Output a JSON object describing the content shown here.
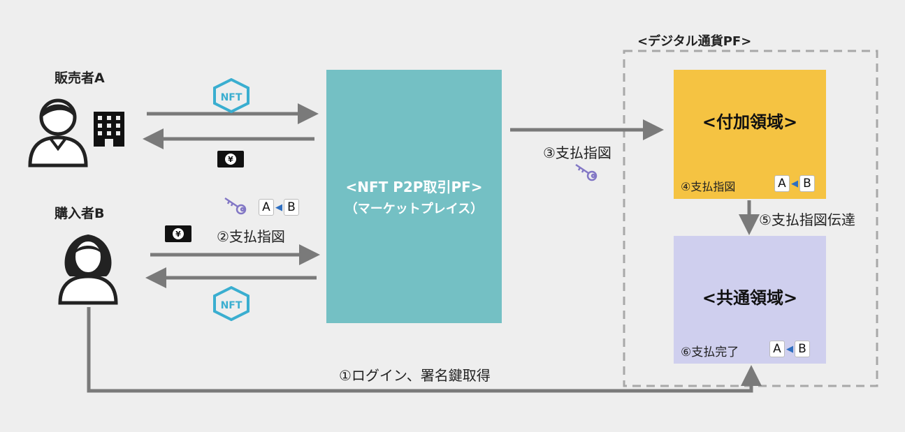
{
  "seller": {
    "label": "販売者A"
  },
  "buyer": {
    "label": "購入者B"
  },
  "nft_platform": {
    "line1": "<NFT P2P取引PF>",
    "line2": "（マーケットプレイス）"
  },
  "digital_currency_platform": {
    "label": "<デジタル通貨PF>"
  },
  "additional_domain": {
    "title": "<付加領域>",
    "step": "④支払指図"
  },
  "common_domain": {
    "title": "<共通領域>",
    "step": "⑥支払完了"
  },
  "flows": {
    "step1": "①ログイン、署名鍵取得",
    "step2": "②支払指図",
    "step3": "③支払指図",
    "step5": "⑤支払指図伝達"
  },
  "transfer_badge": {
    "from": "A",
    "to": "B"
  },
  "nft_logo_text": "NFT",
  "yen_symbol": "¥",
  "colors": {
    "background": "#eeeeee",
    "nft_platform": "#74c0c4",
    "additional_domain": "#f5c342",
    "common_domain": "#cfcfee",
    "arrow": "#7a7a7a",
    "key": "#8277c5",
    "nft_logo": "#3aaed0"
  }
}
